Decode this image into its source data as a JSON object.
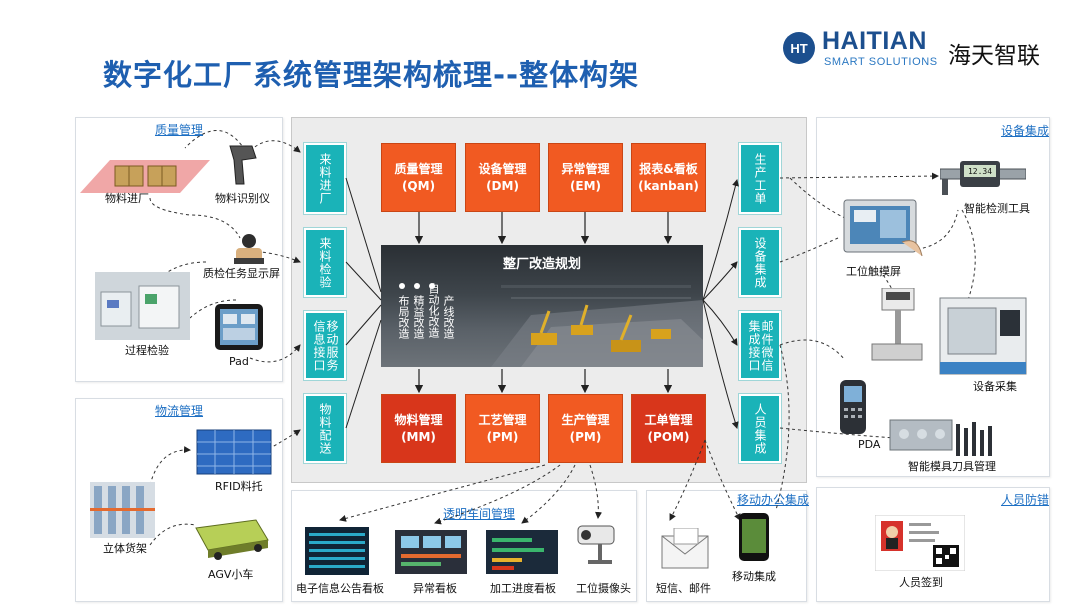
{
  "title": "数字化工厂系统管理架构梳理--整体构架",
  "logo": {
    "mark": "HT",
    "name": "HAITIAN",
    "tagline": "SMART SOLUTIONS",
    "cn": "海天智联"
  },
  "sections": {
    "quality": "质量管理",
    "logistics": "物流管理",
    "transparent_workshop": "透明车间管理",
    "mobile_office": "移动办公集成",
    "equipment": "设备集成",
    "personnel": "人员防错"
  },
  "top_modules": [
    {
      "name": "质量管理",
      "code": "(QM)"
    },
    {
      "name": "设备管理",
      "code": "(DM)"
    },
    {
      "name": "异常管理",
      "code": "(EM)"
    },
    {
      "name": "报表&看板",
      "code": "(kanban)"
    }
  ],
  "bottom_modules": [
    {
      "name": "物料管理",
      "code": "(MM)"
    },
    {
      "name": "工艺管理",
      "code": "(PM)"
    },
    {
      "name": "生产管理",
      "code": "(PM)"
    },
    {
      "name": "工单管理",
      "code": "(POM)"
    }
  ],
  "left_boxes": [
    "来料进厂",
    "来料检验",
    "移动服务信息接口",
    "物料配送"
  ],
  "right_boxes": [
    "生产工单",
    "设备集成",
    "邮件微信集成接口",
    "人员集成"
  ],
  "center": {
    "title": "整厂改造规划",
    "columns": [
      "布局改造",
      "精益改造",
      "自动化改造",
      "产线改造"
    ]
  },
  "labels": {
    "material_in": "物料进厂",
    "scanner": "物料识别仪",
    "qc_display": "质检任务显示屏",
    "process_inspection": "过程检验",
    "pad": "Pad",
    "rfid": "RFID料托",
    "stereo_warehouse": "立体货架",
    "agv": "AGV小车",
    "e_board": "电子信息公告看板",
    "exception_board": "异常看板",
    "progress_board": "加工进度看板",
    "camera": "工位摄像头",
    "sms_mail": "短信、邮件",
    "mobile_integration": "移动集成",
    "smart_tools": "智能检测工具",
    "station_screen": "工位触摸屏",
    "pda": "PDA",
    "device_collect": "设备采集",
    "mold_tool_mgmt": "智能模具刀具管理",
    "sign_in": "人员签到",
    "caliper_reading": "12.34"
  },
  "colors": {
    "title_blue": "#1e5fb0",
    "module_orange": "#f15a22",
    "module_red": "#d8361b",
    "teal": "#1ab3b8",
    "section_link": "#1d6fc3"
  }
}
